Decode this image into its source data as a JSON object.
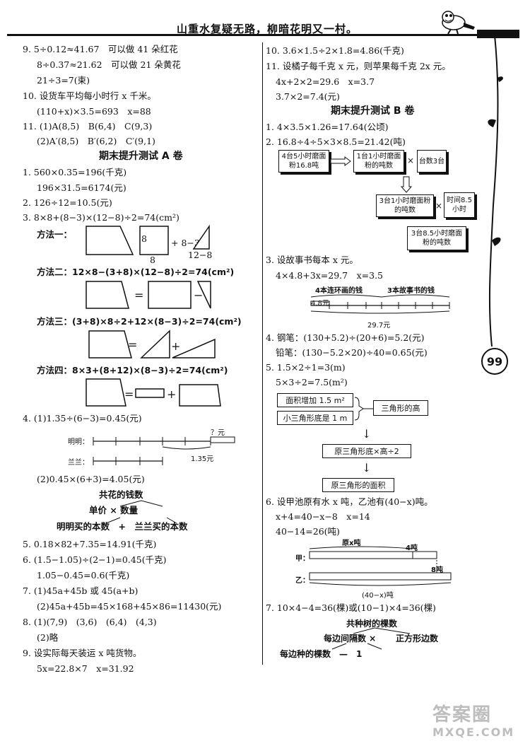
{
  "header": {
    "motto": "山重水复疑无路，柳暗花明又一村。"
  },
  "page_number": "99",
  "left": {
    "p9": [
      "9. 5÷0.12≈41.67　可以做 41 朵红花",
      "8÷0.37≈21.62　可以做 21 朵黄花",
      "21÷3=7(束)"
    ],
    "p10": [
      "10. 设货车平均每小时行 x 千米。",
      "(110+x)×3.5=693　x=88"
    ],
    "p11": [
      "11. (1)A(8,5)　B(6,4)　C(9,3)",
      "(2)A′(8,5)　B′(6,2)　C′(9,1)"
    ],
    "secA": "期末提升测试 A 卷",
    "a1": [
      "1. 560×0.35=196(千克)",
      "196×31.5=6174(元)"
    ],
    "a2": "2. 126÷12=10.5(元)",
    "a3": "3. 8×8+(8−3)×(12−8)÷2=74(cm²)",
    "m1": {
      "label": "方法一：",
      "box": "8",
      "below": "8",
      "plus": "+ 8−3",
      "tri": "12−8"
    },
    "m2": "方法二：12×8−(3+8)×(12−8)÷2=74(cm²)",
    "m3": "方法三：(3+8)×8÷2+12×(8−3)÷2=74(cm²)",
    "m4": "方法四：8×3+(8+12)×(8−3)÷2=74(cm²)",
    "eq": "=",
    "plus": "+",
    "a4": [
      "4. (1)1.35÷(6−3)=0.45(元)",
      "(2)0.45×(6+3)=4.05(元)"
    ],
    "a4d": {
      "mingming": "明明：",
      "lanlan": "兰兰：",
      "q": "？元",
      "total": "1.35元"
    },
    "tree": {
      "top": "共花的钱数",
      "mid": "单价 × 数量",
      "bottom": "明明买的本数　+　兰兰买的本数"
    },
    "a5": "5. 0.18×82+7.35=14.91(千克)",
    "a6": [
      "6. (1.5−1.05)÷(2−1)=0.45(千克)",
      "1.05−0.45=0.6(千克)"
    ],
    "a7": [
      "7. (1)45a+45b 或 45(a+b)",
      "(2)45a+45b=45×168+45×86=11430(元)"
    ],
    "a8": [
      "8. (1)(7,9)　(3,6)　(6,4)　(4,3)",
      "(2)略"
    ],
    "a9": [
      "9. 设实际每天装运 x 吨货物。",
      "5x=22.8×7　x=31.92"
    ]
  },
  "right": {
    "r10": "10. 3.6×1.5÷2×1.8=4.86(千克)",
    "r11": [
      "11. 设橘子每千克 x 元，则苹果每千克 2x 元。",
      "4x+2×2=29.6　x=3.7",
      "3.7×2=7.4(元)"
    ],
    "secB": "期末提升测试 B 卷",
    "b1": "1. 4×3.5×1.26=17.64(公顷)",
    "b2": "2. 16.8÷4÷5×3×8.5=21.42(吨)",
    "flow": {
      "box1": "4台5小时磨面粉16.8吨",
      "box2": "1台1小时磨面粉的吨数",
      "box3": "台数3台",
      "box4": "3台1小时磨面粉的吨数",
      "box5": "时间8.5小时",
      "box6": "3台8.5小时磨面粉的吨数",
      "times": "×"
    },
    "b3": [
      "3. 设故事书每本 x 元。",
      "4×4.8+3x=29.7　x=3.5"
    ],
    "b3d": {
      "left": "4本连环画的钱",
      "right": "3本故事书的钱",
      "small": "4.8元",
      "total": "29.7元"
    },
    "b4": [
      "4. 钢笔：(130+5.2)÷(20+6)=5.2(元)",
      "铅笔：(130−5.2×20)÷40=0.65(元)"
    ],
    "b5": [
      "5. 1.5×2÷1=3(m)",
      "5×3÷2=7.5(m²)"
    ],
    "b5d": {
      "a": "面积增加 1.5 m²",
      "b": "小三角形底是 1 m",
      "c": "三角形的高",
      "d": "原三角形底×高÷2",
      "e": "原三角形的面积",
      "arrow": "↓"
    },
    "b6": [
      "6. 设甲池原有水 x 吨，乙池有(40−x)吨。",
      "x+4=40−x−8　x=14",
      "40−14=26(吨)"
    ],
    "b6d": {
      "jia": "甲：",
      "yi": "乙：",
      "orig": "原x吨",
      "four": "4吨",
      "eight": "8吨",
      "total": "(40−x)吨"
    },
    "b7": "7. 10×4−4=36(棵)或(10−1)×4=36(棵)",
    "tree7": {
      "top": "共种树的棵数",
      "mid1": "每边间隔数 ×",
      "mid2": "正方形边数",
      "bottom": "每边种的棵数　—　1"
    }
  },
  "watermark": {
    "line1": "答案圈",
    "line2": "MXQE.COM"
  }
}
